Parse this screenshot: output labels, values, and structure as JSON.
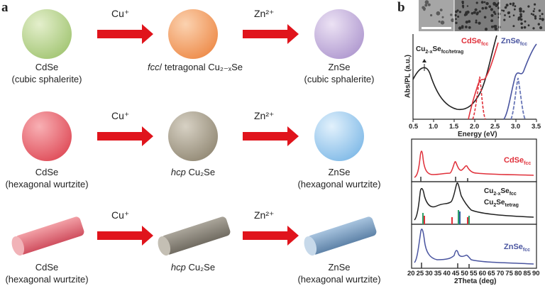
{
  "panel_a": {
    "letter": "a",
    "rows": [
      {
        "arrow1_label": "Cu⁺",
        "arrow2_label": "Zn²⁺",
        "start": {
          "name": "CdSe",
          "desc": "(cubic sphalerite)"
        },
        "middle": {
          "prefix": "fcc",
          "text": "/ tetragonal Cu₂₋ₓSe"
        },
        "end": {
          "name": "ZnSe",
          "desc": "(cubic sphalerite)"
        }
      },
      {
        "arrow1_label": "Cu⁺",
        "arrow2_label": "Zn²⁺",
        "start": {
          "name": "CdSe",
          "desc": "(hexagonal wurtzite)"
        },
        "middle": {
          "prefix": "hcp",
          "text": " Cu₂Se"
        },
        "end": {
          "name": "ZnSe",
          "desc": "(hexagonal wurtzite)"
        }
      },
      {
        "arrow1_label": "Cu⁺",
        "arrow2_label": "Zn²⁺",
        "start": {
          "name": "CdSe",
          "desc": "(hexagonal wurtzite)"
        },
        "middle": {
          "prefix": "hcp",
          "text": " Cu₂Se"
        },
        "end": {
          "name": "ZnSe",
          "desc": "(hexagonal wurtzite)"
        }
      }
    ],
    "colors": {
      "arrow": "#e0141c",
      "cdse_cubic": "#b9d48f",
      "cu_cubic": "#f2a36b",
      "znse_cubic": "#c3aedb",
      "cdse_hex": "#e8606a",
      "cu_hex": "#a89f8c",
      "znse_hex": "#9ccbee",
      "cdse_rod": "#e0707a",
      "cu_rod": "#8a857a",
      "znse_rod": "#7d9fc2"
    }
  },
  "panel_b": {
    "letter": "b",
    "top_plot": {
      "ylabel": "Abs/PL (a.u.)",
      "xlabel": "Energy (eV)",
      "xticks": [
        "0.5",
        "1.0",
        "1.5",
        "2.0",
        "2.5",
        "3.0",
        "3.5"
      ],
      "labels": {
        "cu_main": "Cu",
        "cu_sub": "2-x",
        "cu_se": "Se",
        "cu_sub2": "fcc/tetrag",
        "cdse_main": "CdSe",
        "cdse_sub": "fcc",
        "znse_main": "ZnSe",
        "znse_sub": "fcc"
      },
      "colors": {
        "cu": "#222222",
        "cdse": "#e0303a",
        "znse": "#4a55a0"
      }
    },
    "bottom_plot": {
      "xlabel": "2Theta (deg)",
      "xticks": [
        "20",
        "25",
        "30",
        "35",
        "40",
        "45",
        "50",
        "55",
        "60",
        "65",
        "70",
        "75",
        "80",
        "85",
        "90"
      ],
      "labels": {
        "cdse_main": "CdSe",
        "cdse_sub": "fcc",
        "cu_main1": "Cu",
        "cu_sub1": "2-x",
        "cu_se1": "Se",
        "cu_fcc": "fcc",
        "cu_main2": "Cu",
        "cu_sub2": "2",
        "cu_se2": "Se",
        "cu_tetrag": "tetrag",
        "znse_main": "ZnSe",
        "znse_sub": "fcc"
      }
    }
  }
}
